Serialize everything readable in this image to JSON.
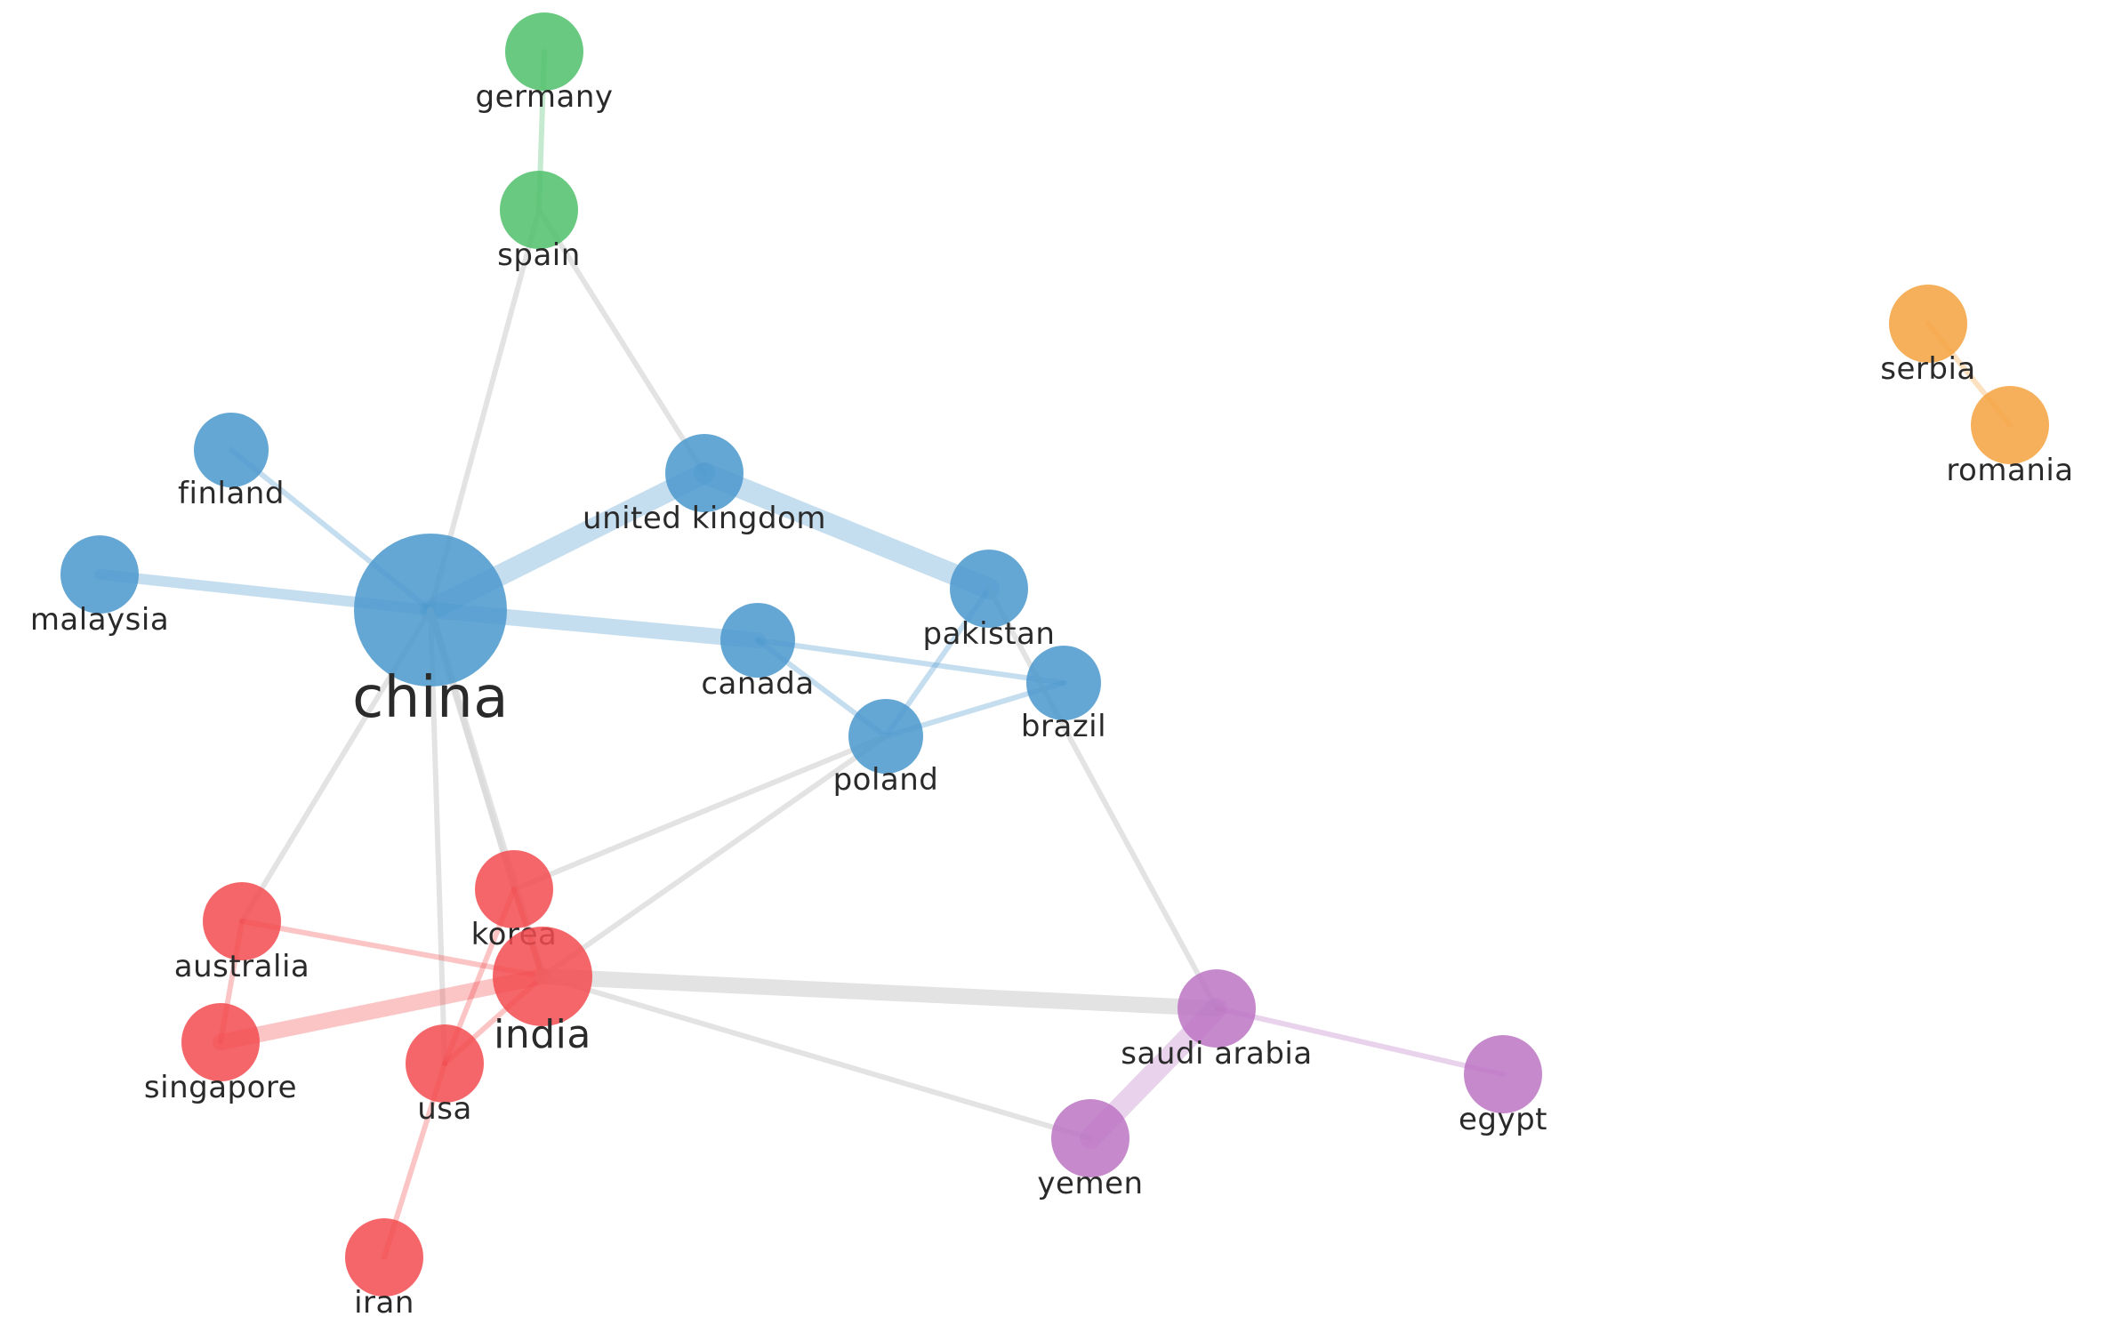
{
  "groups": {
    "germany-spain": {
      "color": "#4fbf6a"
    },
    "china-group": {
      "color": "#4a98cc"
    },
    "india-group": {
      "color": "#f24b4f"
    },
    "saudi-group": {
      "color": "#bc74c3"
    },
    "serbia-romania": {
      "color": "#f5a23e"
    }
  },
  "inter_group_edge_color": "#d9d9d9",
  "nodes": [
    {
      "id": "germany",
      "label": "germany",
      "group": "germany-spain",
      "size": 1
    },
    {
      "id": "spain",
      "label": "spain",
      "group": "germany-spain",
      "size": 1
    },
    {
      "id": "finland",
      "label": "finland",
      "group": "china-group",
      "size": 1
    },
    {
      "id": "united_kingdom",
      "label": "united kingdom",
      "group": "china-group",
      "size": 1
    },
    {
      "id": "malaysia",
      "label": "malaysia",
      "group": "china-group",
      "size": 1
    },
    {
      "id": "china",
      "label": "china",
      "group": "china-group",
      "size": 3
    },
    {
      "id": "canada",
      "label": "canada",
      "group": "china-group",
      "size": 1
    },
    {
      "id": "pakistan",
      "label": "pakistan",
      "group": "china-group",
      "size": 1
    },
    {
      "id": "brazil",
      "label": "brazil",
      "group": "china-group",
      "size": 1
    },
    {
      "id": "poland",
      "label": "poland",
      "group": "china-group",
      "size": 1
    },
    {
      "id": "korea",
      "label": "korea",
      "group": "india-group",
      "size": 1
    },
    {
      "id": "australia",
      "label": "australia",
      "group": "india-group",
      "size": 1
    },
    {
      "id": "india",
      "label": "india",
      "group": "india-group",
      "size": 1.6
    },
    {
      "id": "singapore",
      "label": "singapore",
      "group": "india-group",
      "size": 1
    },
    {
      "id": "usa",
      "label": "usa",
      "group": "india-group",
      "size": 1
    },
    {
      "id": "iran",
      "label": "iran",
      "group": "india-group",
      "size": 1
    },
    {
      "id": "saudi_arabia",
      "label": "saudi arabia",
      "group": "saudi-group",
      "size": 1
    },
    {
      "id": "egypt",
      "label": "egypt",
      "group": "saudi-group",
      "size": 1
    },
    {
      "id": "yemen",
      "label": "yemen",
      "group": "saudi-group",
      "size": 1
    },
    {
      "id": "serbia",
      "label": "serbia",
      "group": "serbia-romania",
      "size": 1
    },
    {
      "id": "romania",
      "label": "romania",
      "group": "serbia-romania",
      "size": 1
    }
  ],
  "edges": [
    {
      "source": "germany",
      "target": "spain",
      "weight": 1
    },
    {
      "source": "serbia",
      "target": "romania",
      "weight": 1
    },
    {
      "source": "spain",
      "target": "china",
      "weight": 1
    },
    {
      "source": "spain",
      "target": "united_kingdom",
      "weight": 1
    },
    {
      "source": "finland",
      "target": "china",
      "weight": 1
    },
    {
      "source": "malaysia",
      "target": "china",
      "weight": 2
    },
    {
      "source": "china",
      "target": "united_kingdom",
      "weight": 4
    },
    {
      "source": "china",
      "target": "canada",
      "weight": 3
    },
    {
      "source": "united_kingdom",
      "target": "pakistan",
      "weight": 4
    },
    {
      "source": "canada",
      "target": "brazil",
      "weight": 1
    },
    {
      "source": "canada",
      "target": "poland",
      "weight": 1
    },
    {
      "source": "pakistan",
      "target": "poland",
      "weight": 1
    },
    {
      "source": "poland",
      "target": "brazil",
      "weight": 1
    },
    {
      "source": "pakistan",
      "target": "saudi_arabia",
      "weight": 1
    },
    {
      "source": "china",
      "target": "australia",
      "weight": 1
    },
    {
      "source": "china",
      "target": "usa",
      "weight": 1
    },
    {
      "source": "china",
      "target": "india",
      "weight": 1.4
    },
    {
      "source": "china",
      "target": "korea",
      "weight": 1
    },
    {
      "source": "poland",
      "target": "korea",
      "weight": 1
    },
    {
      "source": "poland",
      "target": "india",
      "weight": 1
    },
    {
      "source": "australia",
      "target": "india",
      "weight": 1
    },
    {
      "source": "australia",
      "target": "singapore",
      "weight": 1
    },
    {
      "source": "singapore",
      "target": "india",
      "weight": 3
    },
    {
      "source": "korea",
      "target": "india",
      "weight": 1
    },
    {
      "source": "korea",
      "target": "usa",
      "weight": 1
    },
    {
      "source": "usa",
      "target": "india",
      "weight": 1
    },
    {
      "source": "usa",
      "target": "iran",
      "weight": 1
    },
    {
      "source": "india",
      "target": "saudi_arabia",
      "weight": 3
    },
    {
      "source": "india",
      "target": "yemen",
      "weight": 1
    },
    {
      "source": "saudi_arabia",
      "target": "egypt",
      "weight": 1
    },
    {
      "source": "saudi_arabia",
      "target": "yemen",
      "weight": 4
    }
  ]
}
